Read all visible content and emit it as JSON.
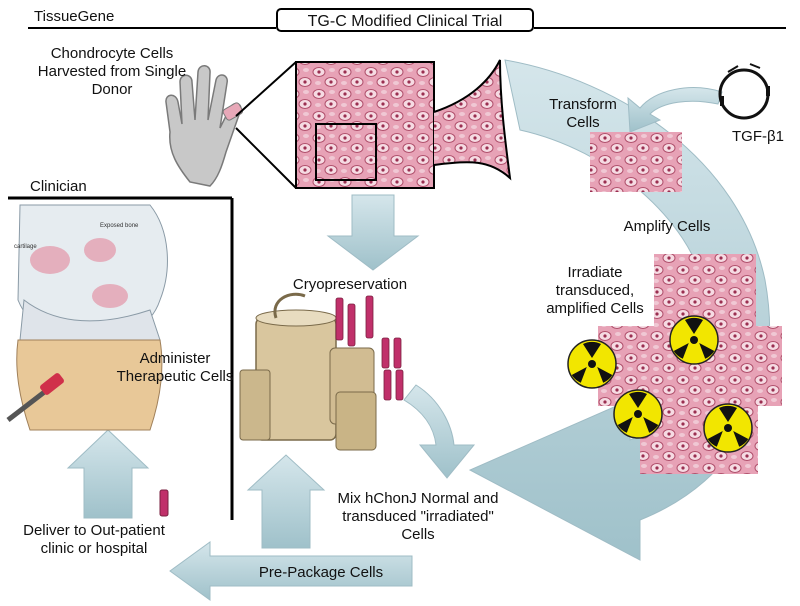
{
  "company": "TissueGene",
  "title": "TG-C Modified Clinical Trial",
  "steps": {
    "harvest": "Chondrocyte Cells Harvested from Single Donor",
    "transform": "Transform Cells",
    "plasmid": "TGF-β1",
    "amplify": "Amplify Cells",
    "irradiate": "Irradiate transduced, amplified Cells",
    "cryo": "Cryopreservation",
    "mix": "Mix hChonJ Normal and transduced \"irradiated\" Cells",
    "prepackage": "Pre-Package Cells",
    "deliver": "Deliver to Out-patient clinic or hospital",
    "clinician": "Clinician",
    "administer": "Administer Therapeutic Cells"
  },
  "knee_labels": {
    "exposed_bone": "Exposed bone",
    "cartilage": "cartilage"
  },
  "colors": {
    "arrow": "#b8d4dc",
    "arrow_dark": "#8fb3bd",
    "tissue_bg": "#e8a8b8",
    "cell": "#f4d4de",
    "nucleus": "#b04060",
    "radiation_yellow": "#f2e600"
  }
}
